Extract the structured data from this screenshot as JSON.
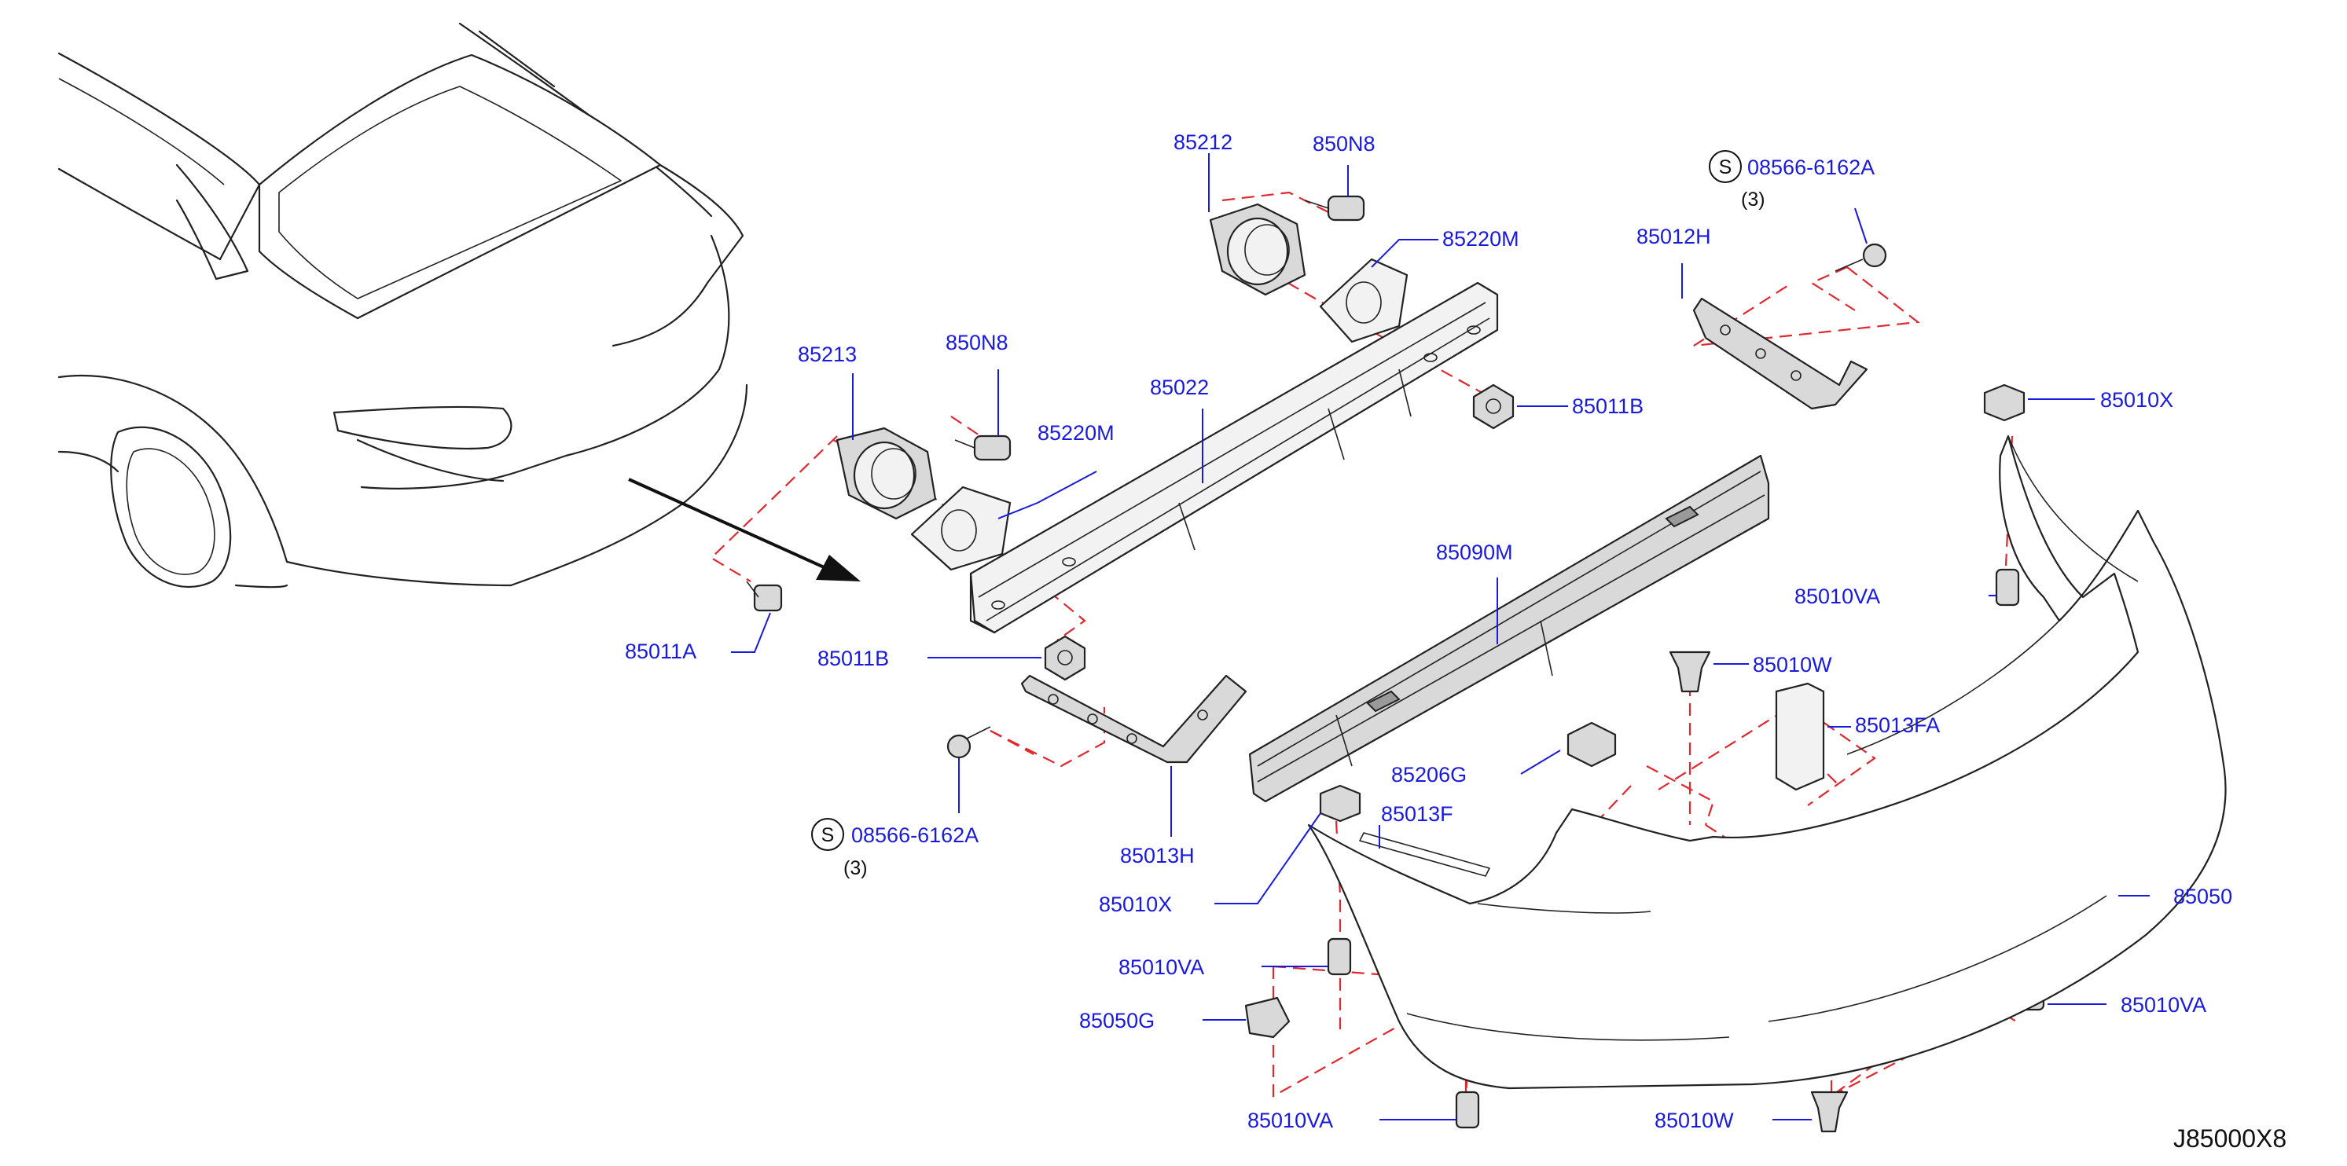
{
  "diagram_code": "J85000X8",
  "labels": {
    "l_85212": "85212",
    "l_850N8_top": "850N8",
    "l_85220M_top": "85220M",
    "l_08566_top": "08566-6162A",
    "q_top": "(3)",
    "l_85012H": "85012H",
    "l_85213": "85213",
    "l_850N8_left": "850N8",
    "l_85022": "85022",
    "l_85220M_left": "85220M",
    "l_85011B_right": "85011B",
    "l_85010X_right": "85010X",
    "l_85090M": "85090M",
    "l_85010VA_right": "85010VA",
    "l_85011A": "85011A",
    "l_85011B_left": "85011B",
    "l_85010W_right": "85010W",
    "l_85013FA": "85013FA",
    "l_85206G": "85206G",
    "l_85013F": "85013F",
    "l_08566_left": "08566-6162A",
    "q_left": "(3)",
    "l_85013H": "85013H",
    "l_85010X_left": "85010X",
    "l_85050": "85050",
    "l_85010VA_left": "85010VA",
    "l_85010VA_far": "85010VA",
    "l_85050G": "85050G",
    "l_85010VA_bottom": "85010VA",
    "l_85010W_bottom": "85010W"
  },
  "s_mark": "S",
  "colors": {
    "label": "#1a1adf",
    "dashed_line": "#e0282e",
    "line_art": "#222222"
  }
}
